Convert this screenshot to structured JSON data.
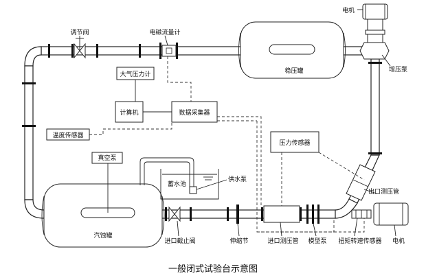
{
  "caption": "一般闭式试验台示意图",
  "labels": {
    "motor_top": "电机",
    "regulating_valve": "调节阀",
    "em_flowmeter": "电磁流量计",
    "surge_tank": "稳压罐",
    "booster_pump": "增压泵",
    "atm_pressure_gauge": "大气压力计",
    "computer": "计算机",
    "data_collector": "数据采集器",
    "temp_sensor": "温度传感器",
    "pressure_sensor": "压力传感器",
    "vacuum_pump": "真空泵",
    "water_pool": "蓄水池",
    "supply_pump": "供水泵",
    "outlet_pipe": "出口测压管",
    "cavitation_tank": "汽蚀罐",
    "inlet_valve": "进口截止阀",
    "expansion_joint": "伸缩节",
    "inlet_pipe": "进口测压管",
    "test_pump": "模型泵",
    "torque_sensor": "扭矩转速传感器",
    "motor_bottom": "电机"
  }
}
